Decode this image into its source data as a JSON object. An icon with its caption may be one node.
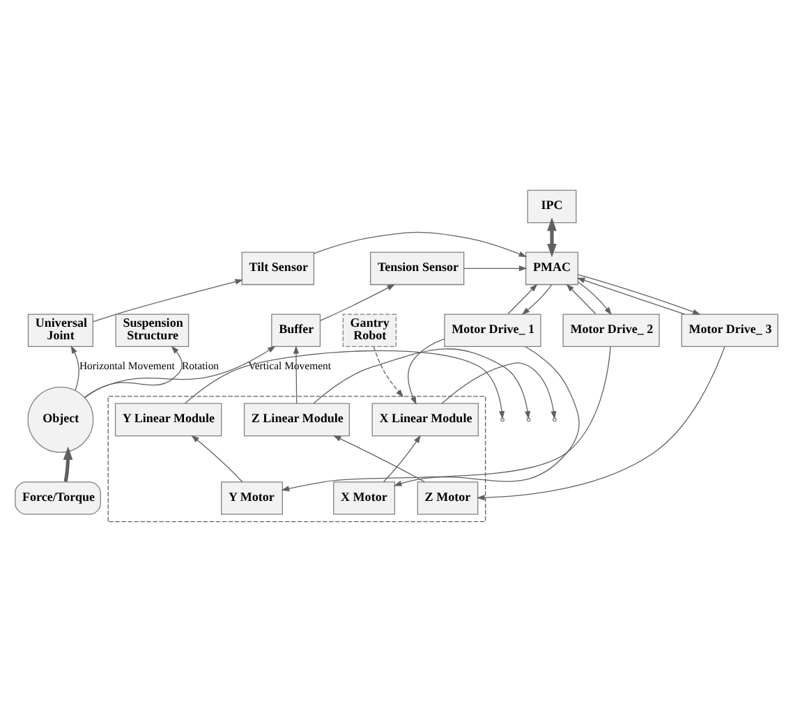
{
  "diagram": {
    "nodes": [
      {
        "text": [
          "IPC"
        ]
      },
      {
        "text": [
          "Tilt Sensor"
        ]
      },
      {
        "text": [
          "PMAC"
        ]
      },
      {
        "text": [
          "Tension Sensor"
        ]
      },
      {
        "text": [
          "Motor Drive_ 1"
        ]
      },
      {
        "text": [
          "Motor Drive_ 2"
        ]
      },
      {
        "text": [
          "Motor Drive_ 3"
        ]
      },
      {
        "text": [],
        "shape": "box"
      },
      {
        "text": [
          "X Linear Module"
        ],
        "in": 7
      },
      {
        "text": [
          "Y Linear Module"
        ],
        "in": 7
      },
      {
        "text": [
          "Z Linear Module"
        ],
        "in": 7
      },
      {
        "text": [
          "X Motor"
        ],
        "in": 7
      },
      {
        "text": [
          "Y Motor"
        ],
        "in": 7
      },
      {
        "text": [
          "Z Motor"
        ],
        "in": 7
      },
      {
        "text": [
          "Universal Joint"
        ]
      },
      {
        "text": [
          "Suspension Structure"
        ]
      },
      {
        "text": [
          "Buffer"
        ]
      },
      {
        "text": [
          "Gantry Robot"
        ]
      },
      {
        "text": [
          "Object"
        ]
      },
      {
        "text": [
          "Force/Torque"
        ]
      }
    ],
    "edges": [
      {
        "from": 0,
        "to": 2,
        "arrow": "both",
        "style": "thick"
      },
      {
        "from": 1,
        "to": 2,
        "arrow": "to"
      },
      {
        "from": 3,
        "to": 2,
        "arrow": "to"
      },
      {
        "from": 4,
        "to": 2,
        "arrow": "to"
      },
      {
        "from": 2,
        "to": 4,
        "arrow": "to"
      },
      {
        "from": 5,
        "to": 2,
        "arrow": "to"
      },
      {
        "from": 2,
        "to": 5,
        "arrow": "to"
      },
      {
        "from": 6,
        "to": 2,
        "arrow": "to"
      },
      {
        "from": 2,
        "to": 6,
        "arrow": "to"
      },
      {
        "from": 4,
        "to": 8,
        "arrow": "to"
      },
      {
        "from": 4,
        "to": 11,
        "arrow": "to"
      },
      {
        "from": 5,
        "to": 12,
        "arrow": "to"
      },
      {
        "from": 6,
        "to": 13,
        "arrow": "to"
      },
      {
        "from": 11,
        "to": 8,
        "arrow": "to"
      },
      {
        "from": 12,
        "to": 9,
        "arrow": "to"
      },
      {
        "from": 13,
        "to": 10,
        "arrow": "to"
      },
      {
        "from": 8,
        "to": null,
        "arrow": "to"
      },
      {
        "from": 9,
        "to": null,
        "arrow": "to"
      },
      {
        "from": 10,
        "to": null,
        "arrow": "to"
      },
      {
        "from": 10,
        "to": 16,
        "arrow": "to"
      },
      {
        "from": 14,
        "to": 1,
        "arrow": "to"
      },
      {
        "from": 16,
        "to": 3,
        "arrow": "to"
      },
      {
        "from": 17,
        "to": 7,
        "arrow": "to",
        "style": "dashed"
      },
      {
        "from": 18,
        "to": 14,
        "arrow": "to",
        "label": "Horizontal Movement"
      },
      {
        "from": 18,
        "to": 15,
        "arrow": "to",
        "label": "Rotation"
      },
      {
        "from": 18,
        "to": 16,
        "arrow": "to",
        "label": "Vertical Movement"
      },
      {
        "from": 19,
        "to": 18,
        "arrow": "to",
        "style": "thick"
      }
    ]
  }
}
